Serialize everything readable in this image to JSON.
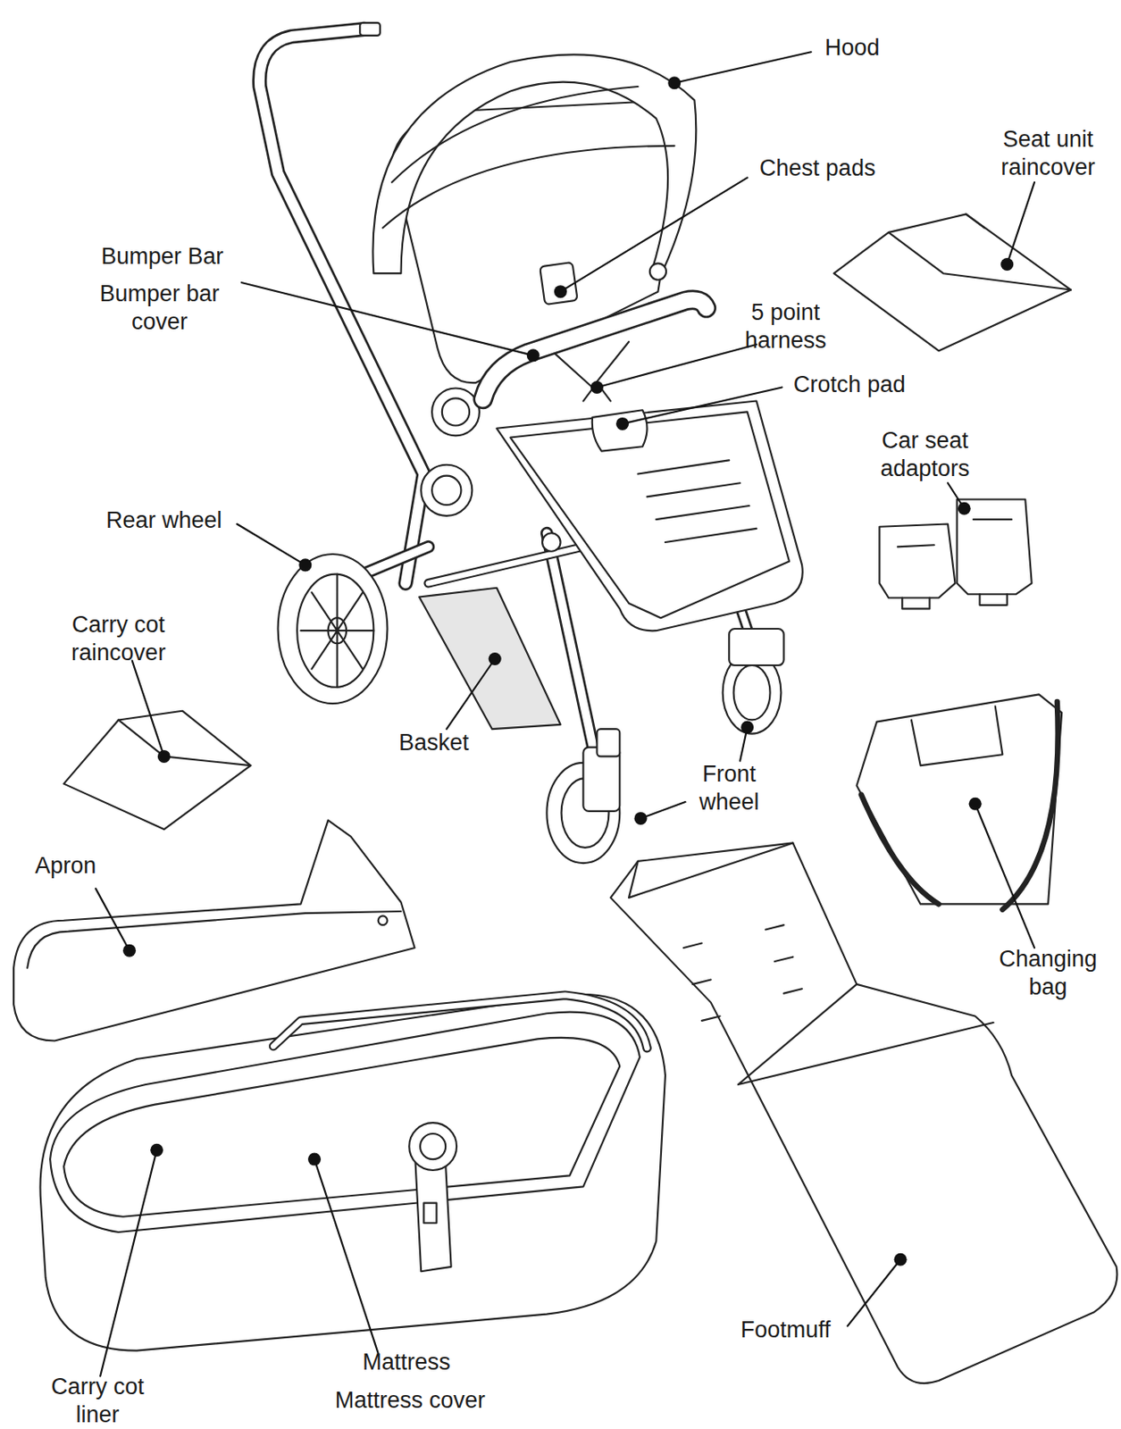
{
  "diagram": {
    "labels": [
      "Hood",
      "Seat unit raincover",
      "Chest pads",
      "Bumper Bar",
      "Bumper bar cover",
      "5 point harness",
      "Crotch pad",
      "Car seat adaptors",
      "Rear wheel",
      "Carry cot raincover",
      "Basket",
      "Front wheel",
      "Apron",
      "Changing bag",
      "Footmuff",
      "Mattress",
      "Mattress cover",
      "Carry cot liner"
    ]
  }
}
